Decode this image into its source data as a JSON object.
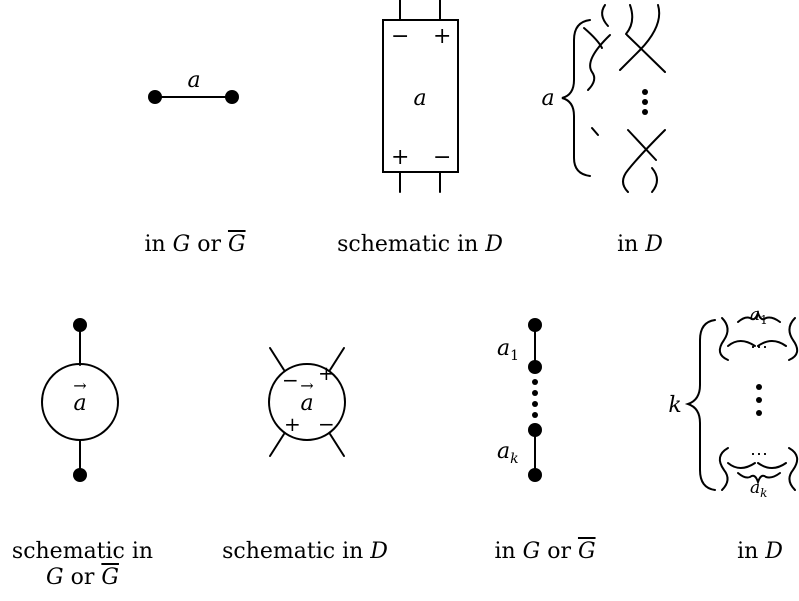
{
  "labels": {
    "a": "a",
    "vec_a": "a",
    "minus": "−",
    "plus": "+",
    "a1_base": "a",
    "a1_sub": "1",
    "ak_base": "a",
    "ak_sub": "k",
    "k": "k",
    "dots": "⋯"
  },
  "captions": {
    "c1": {
      "pre": "in ",
      "G": "G",
      "or": " or ",
      "Gbar": "G"
    },
    "c2": {
      "pre": "schematic in ",
      "D": "D"
    },
    "c3": {
      "pre": "in ",
      "D": "D"
    },
    "c4": {
      "line1": "schematic in",
      "G": "G",
      "or": " or ",
      "Gbar": "G"
    },
    "c5": {
      "pre": "schematic in ",
      "D": "D"
    },
    "c6": {
      "pre": "in ",
      "G": "G",
      "or": " or ",
      "Gbar": "G"
    },
    "c7": {
      "pre": "in ",
      "D": "D"
    }
  }
}
